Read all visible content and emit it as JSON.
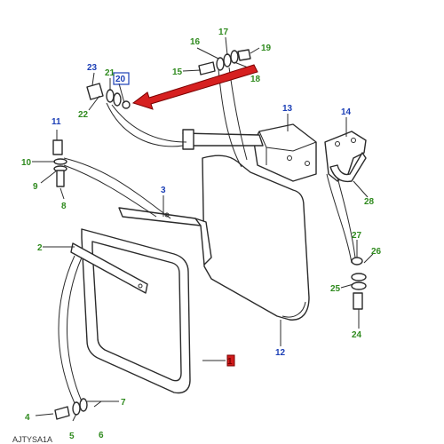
{
  "diagram_code": "AJTYSA1A",
  "colors": {
    "label_blue": "#1c3fb6",
    "label_green": "#2f8a1e",
    "arrow_red": "#d62020",
    "highlight_red": "#d11b1b",
    "line": "#2b2b2b"
  },
  "highlighted_parts": [
    "1",
    "20"
  ],
  "callouts": [
    {
      "id": "1",
      "color": "red-box"
    },
    {
      "id": "2",
      "color": "green"
    },
    {
      "id": "3",
      "color": "blue"
    },
    {
      "id": "4",
      "color": "green"
    },
    {
      "id": "5",
      "color": "green"
    },
    {
      "id": "6",
      "color": "green"
    },
    {
      "id": "7",
      "color": "green"
    },
    {
      "id": "8",
      "color": "green"
    },
    {
      "id": "9",
      "color": "green"
    },
    {
      "id": "10",
      "color": "green"
    },
    {
      "id": "11",
      "color": "blue"
    },
    {
      "id": "12",
      "color": "blue"
    },
    {
      "id": "13",
      "color": "blue"
    },
    {
      "id": "14",
      "color": "blue"
    },
    {
      "id": "15",
      "color": "green"
    },
    {
      "id": "16",
      "color": "green"
    },
    {
      "id": "17",
      "color": "green"
    },
    {
      "id": "18",
      "color": "green"
    },
    {
      "id": "19",
      "color": "green"
    },
    {
      "id": "20",
      "color": "blue-box"
    },
    {
      "id": "21",
      "color": "green"
    },
    {
      "id": "22",
      "color": "green"
    },
    {
      "id": "23",
      "color": "blue"
    },
    {
      "id": "24",
      "color": "green"
    },
    {
      "id": "25",
      "color": "green"
    },
    {
      "id": "26",
      "color": "green"
    },
    {
      "id": "27",
      "color": "green"
    },
    {
      "id": "28",
      "color": "green"
    }
  ]
}
